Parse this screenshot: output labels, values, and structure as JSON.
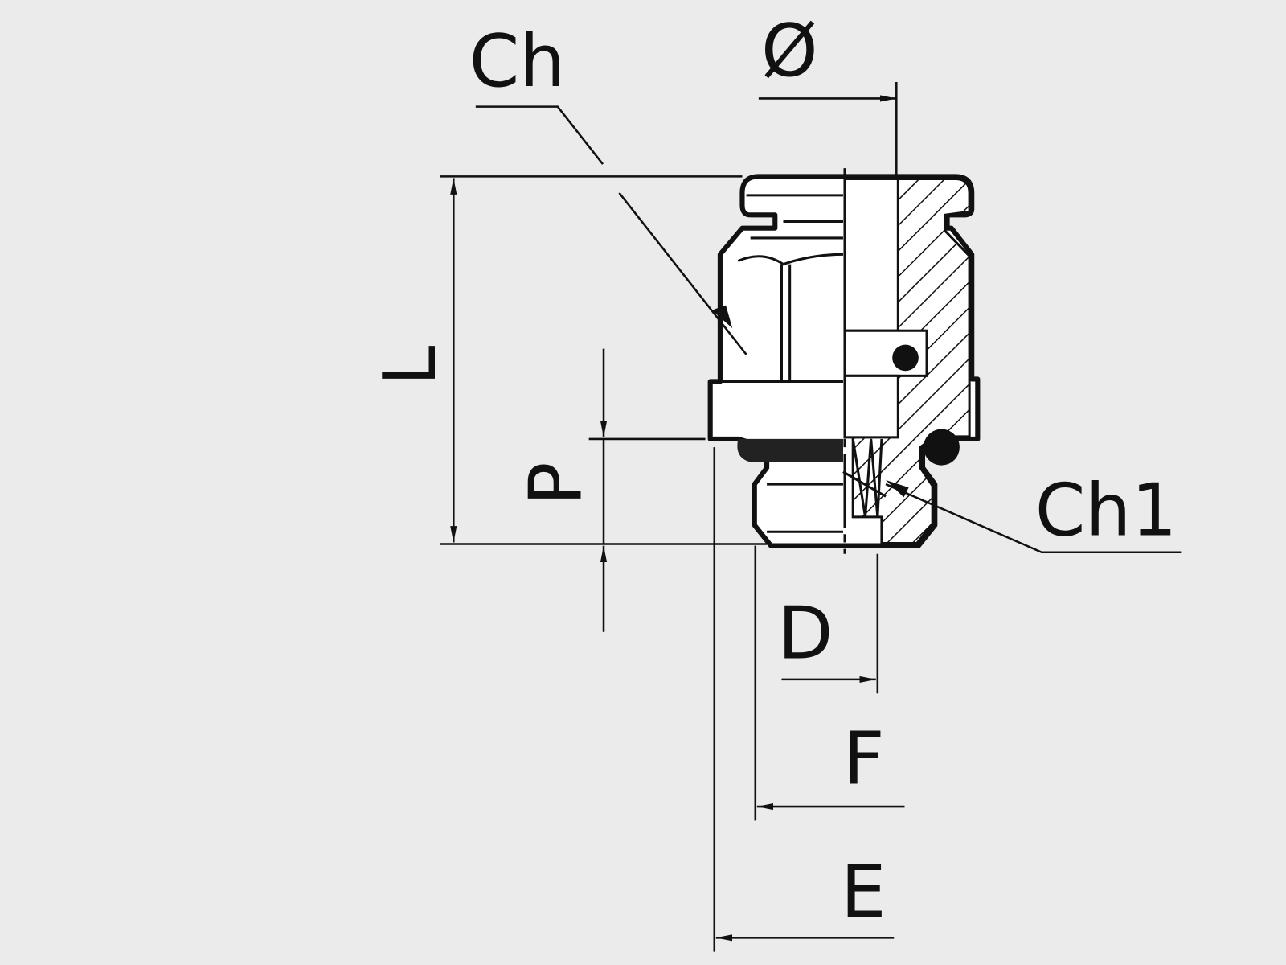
{
  "drawing": {
    "title": "Push-in fitting dimension drawing",
    "labels": {
      "ch": "Ch",
      "diameter": "Ø",
      "l": "L",
      "p": "P",
      "ch1": "Ch1",
      "d": "D",
      "f": "F",
      "e": "E"
    },
    "colors": {
      "background": "#ebebeb",
      "line": "#111111",
      "part_fill": "#ffffff"
    }
  }
}
